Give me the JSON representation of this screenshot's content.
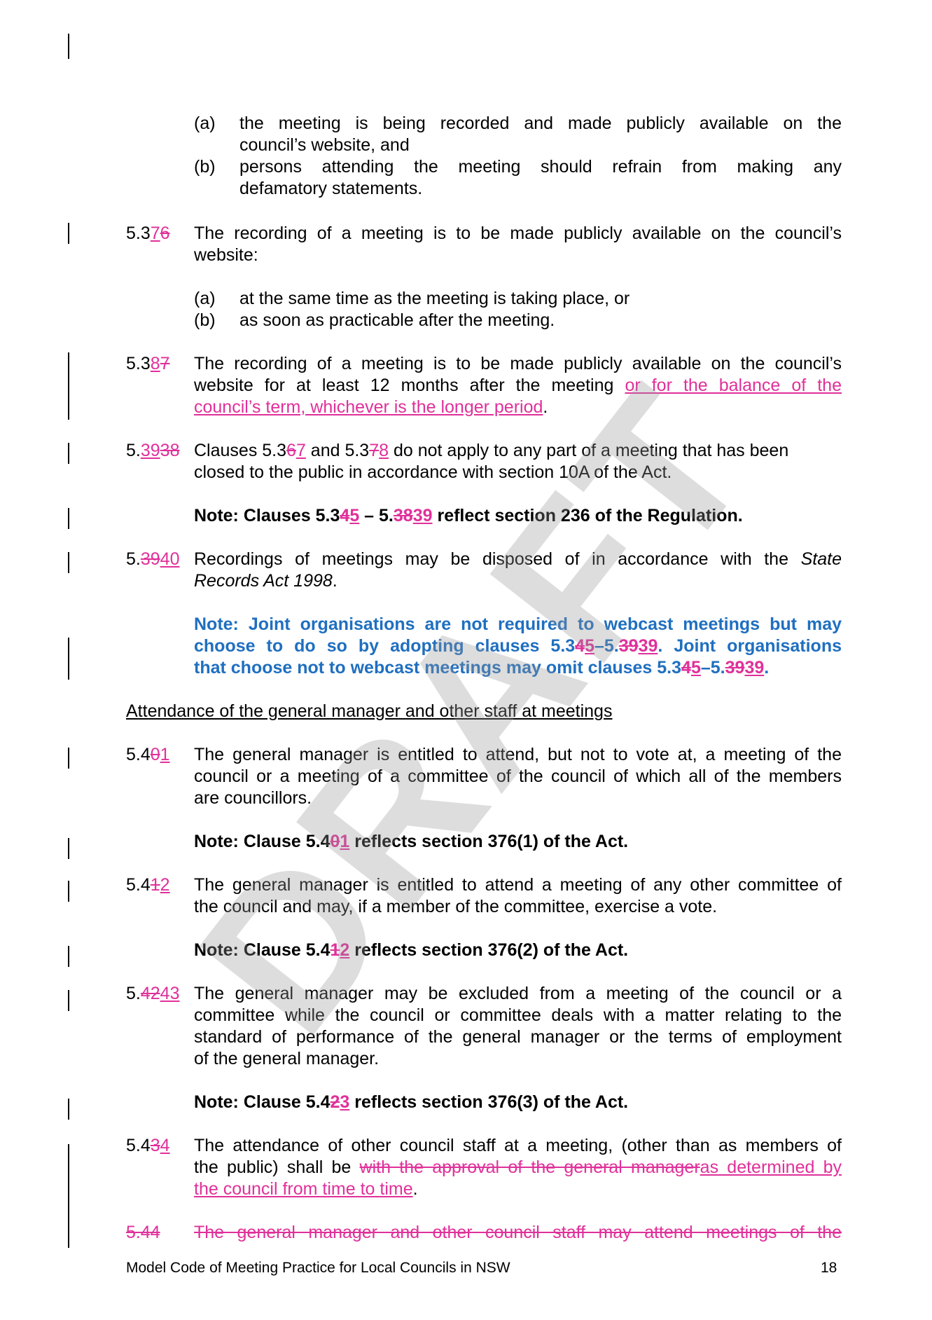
{
  "watermark": "DRAFT",
  "colors": {
    "insert": "#e0309a",
    "note_blue": "#1f6fc0"
  },
  "list1": [
    {
      "label": "(a)",
      "line1": "the meeting is being recorded and made publicly available on the",
      "line2": "council’s website, and"
    },
    {
      "label": "(b)",
      "line1": "persons attending the meeting should refrain from making any",
      "line2": "defamatory statements."
    }
  ],
  "c537": {
    "num_a": "5.3",
    "num_ins": "7",
    "num_del": "6",
    "line1": "The recording of a meeting is to be made publicly available on the council’s",
    "line2": "website:"
  },
  "list2": [
    {
      "label": "(a)",
      "text": "at the same time as the meeting is taking place, or"
    },
    {
      "label": "(b)",
      "text": "as soon as practicable after the meeting."
    }
  ],
  "c538": {
    "num_a": "5.3",
    "num_ins": "8",
    "num_del": "7",
    "line1": "The recording of a meeting is to be made publicly available on the council’s",
    "line2a": "website for at least 12 months after the meeting",
    "line2ins": " or for the balance of the",
    "line3ins": "council’s term, whichever is the longer period",
    "line3end": "."
  },
  "c539": {
    "num_a": "5.",
    "num_ins": "39",
    "num_del": "38",
    "line1a": "Clauses 5.3",
    "line1del1": "6",
    "line1ins1": "7",
    "line1b": " and 5.3",
    "line1del2": "7",
    "line1ins2": "8",
    "line1c": " do not apply to any part of a meeting that has been",
    "line2": "closed to the public in accordance with section 10A of the Act."
  },
  "note539": {
    "a": "Note: Clauses 5.3",
    "del1": "4",
    "ins1": "5",
    "b": " – 5.",
    "del2": "38",
    "ins2": "39",
    "c": " reflect section 236 of the Regulation."
  },
  "c540": {
    "num_a": "5.",
    "num_del": "39",
    "num_ins": "40",
    "line1a": "Recordings of meetings may be disposed of in accordance with the ",
    "line1i": "State",
    "line2i": "Records Act 1998",
    "line2end": "."
  },
  "note_joint": {
    "line1": "Note: Joint organisations are not required to webcast meetings but may",
    "line2a": "choose to do so by adopting clauses 5.3",
    "line2del1": "4",
    "line2ins1": "5",
    "line2b": "–5.",
    "line2del2": "39",
    "line2ins2": "39",
    "line2c": ". Joint organisations",
    "line3a": "that choose not to webcast meetings may omit clauses 5.3",
    "line3del1": "4",
    "line3ins1": "5",
    "line3b": "–5.",
    "line3del2": "39",
    "line3ins2": "39",
    "line3c": "."
  },
  "heading": "Attendance of the general manager and other staff at meetings",
  "c541": {
    "num_a": "5.4",
    "num_del": "0",
    "num_ins": "1",
    "line1": "The general manager is entitled to attend, but not to vote at, a meeting of the",
    "line2": "council or a meeting of a committee of the council of which all of the members",
    "line3": "are councillors."
  },
  "note541": {
    "a": "Note: Clause 5.4",
    "del": "0",
    "ins": "1",
    "b": " reflects section 376(1) of the Act."
  },
  "c542": {
    "num_a": "5.4",
    "num_del": "1",
    "num_ins": "2",
    "line1": "The general manager is entitled to attend a meeting of any other committee of",
    "line2": "the council and may, if a member of the committee, exercise a vote."
  },
  "note542": {
    "a": "Note: Clause 5.4",
    "del": "1",
    "ins": "2",
    "b": " reflects section 376(2) of the Act."
  },
  "c543": {
    "num_a": "5.",
    "num_del": "42",
    "num_ins": "43",
    "line1": "The general manager may be excluded from a meeting of the council or a",
    "line2": "committee while the council or committee deals with a matter relating to the",
    "line3": "standard of performance of the general manager or the terms of employment",
    "line4": "of the general manager."
  },
  "note543": {
    "a": "Note: Clause 5.4",
    "del": "2",
    "ins": "3",
    "b": " reflects section 376(3) of the Act."
  },
  "c544": {
    "num_a": "5.4",
    "num_del": "3",
    "num_ins": "4",
    "line1": "The attendance of other council staff at a meeting, (other than as members of",
    "line2a": "the public) shall be ",
    "line2del": "with the approval of the general manager",
    "line2ins": "as determined by",
    "line3ins": "the council from time to time",
    "line3end": "."
  },
  "c544del": {
    "num": "5.44",
    "text": "The general manager and other council staff may attend meetings of the"
  },
  "footer": {
    "title": "Model Code of Meeting Practice for Local Councils in NSW",
    "page": "18"
  }
}
